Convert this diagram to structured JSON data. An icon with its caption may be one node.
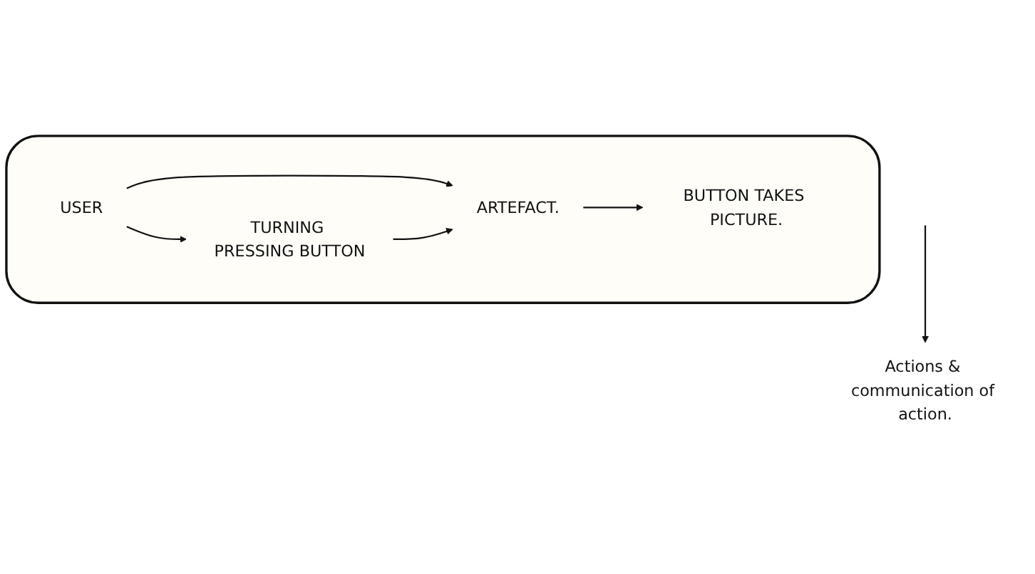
{
  "diagram": {
    "nodes": [
      {
        "text": [],
        "shape": "cloud"
      },
      {
        "text": [
          "Actions & communication of action."
        ]
      },
      {
        "text": [
          "USER"
        ],
        "in": 0
      },
      {
        "text": [
          "ARTEFACT."
        ],
        "in": 0
      },
      {
        "text": [
          "BUTTON TAKES PICTURE."
        ],
        "in": 0
      },
      {
        "text": [
          "TURNING PRESSING BUTTON"
        ],
        "in": 0
      }
    ],
    "edges": [
      {
        "from": null,
        "to": 1,
        "arrow": "to"
      },
      {
        "from": 2,
        "to": 3,
        "arrow": "to"
      },
      {
        "from": 3,
        "to": 4,
        "arrow": "to"
      },
      {
        "from": 2,
        "to": 5,
        "arrow": "to"
      },
      {
        "from": 5,
        "to": 3,
        "arrow": "to"
      }
    ]
  }
}
